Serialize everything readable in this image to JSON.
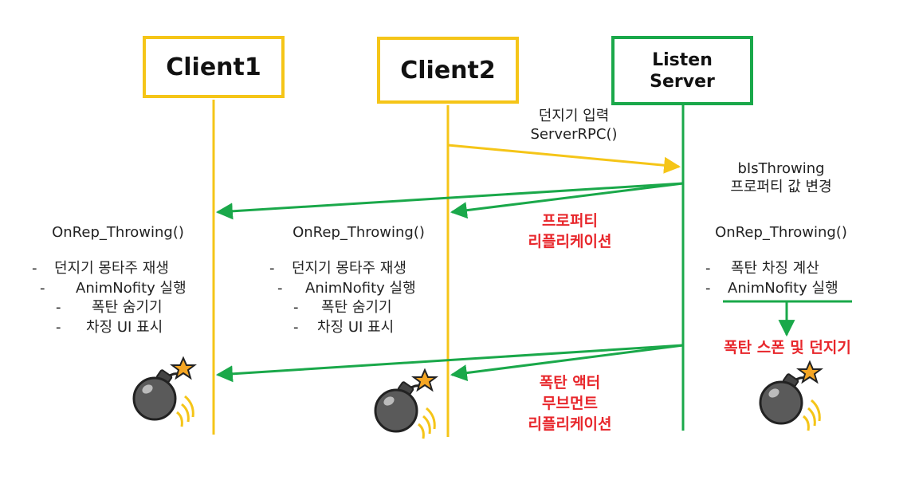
{
  "participants": {
    "client1": "Client1",
    "client2": "Client2",
    "server_line1": "Listen",
    "server_line2": "Server"
  },
  "messages": {
    "input_line1": "던지기 입력",
    "input_line2": "ServerRPC()",
    "prop_change_line1": "bIsThrowing",
    "prop_change_line2": "프로퍼티 값 변경",
    "prop_replication_line1": "프로퍼티",
    "prop_replication_line2": "리플리케이션",
    "spawn_and_throw": "폭탄 스폰 및 던지기",
    "actor_move_line1": "폭탄 액터",
    "actor_move_line2": "무브먼트",
    "actor_move_line3": "리플리케이션"
  },
  "client1_panel": {
    "title": "OnRep_Throwing()",
    "items": [
      "던지기 몽타주 재생",
      "AnimNofity 실행",
      "폭탄 숨기기",
      "차징 UI 표시"
    ]
  },
  "client2_panel": {
    "title": "OnRep_Throwing()",
    "items": [
      "던지기 몽타주 재생",
      "AnimNofity 실행",
      "폭탄 숨기기",
      "차징 UI 표시"
    ]
  },
  "server_panel": {
    "title": "OnRep_Throwing()",
    "items": [
      "폭탄 차징 계산",
      "AnimNofity 실행"
    ]
  },
  "list_marker": "-",
  "icons": [
    "bomb-icon",
    "bomb-icon",
    "bomb-icon"
  ],
  "colors": {
    "client": "#f5c518",
    "server": "#1aa84a",
    "highlight_text": "#e8262b",
    "bomb_body": "#555555",
    "fuse_spark": "#f0a020"
  }
}
